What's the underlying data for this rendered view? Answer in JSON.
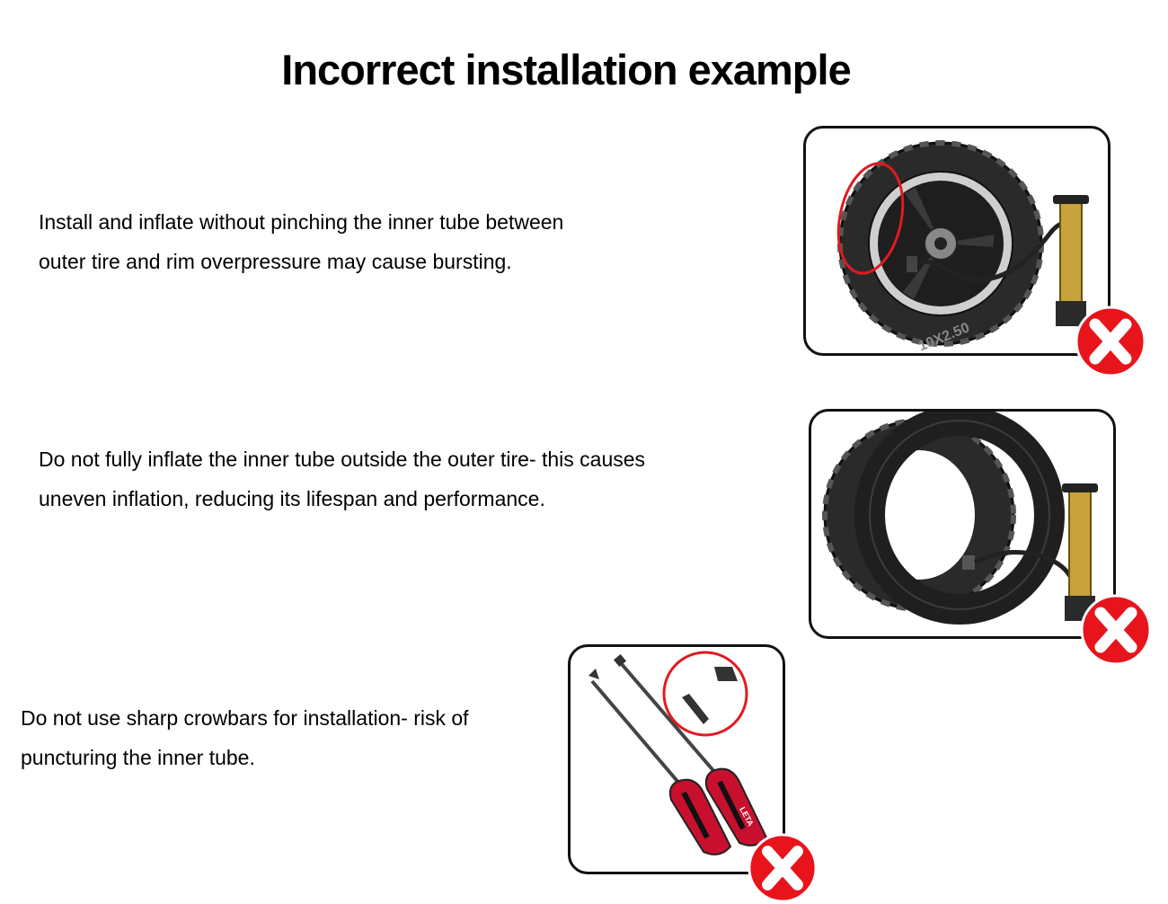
{
  "title": "Incorrect installation example",
  "items": [
    {
      "lines": [
        "Install and inflate without pinching the inner tube between",
        "outer tire and rim overpressure may cause bursting."
      ],
      "tire_marking": "10X2.50"
    },
    {
      "lines": [
        "Do not fully inflate the inner tube outside the outer tire- this causes",
        "uneven inflation, reducing its lifespan and performance."
      ]
    },
    {
      "lines": [
        "Do not use sharp crowbars for installation- risk of",
        "puncturing the inner tube."
      ],
      "brand_label": "LETA"
    }
  ],
  "colors": {
    "x_mark": "#e8141c",
    "highlight_circle": "#e01a22",
    "pump_brass": "#c8a23a",
    "handle_red": "#c8102e"
  },
  "icons": [
    "wheel-pinched-tube-illustration",
    "tube-inflated-outside-illustration",
    "screwdrivers-illustration",
    "x-mark-icon"
  ]
}
